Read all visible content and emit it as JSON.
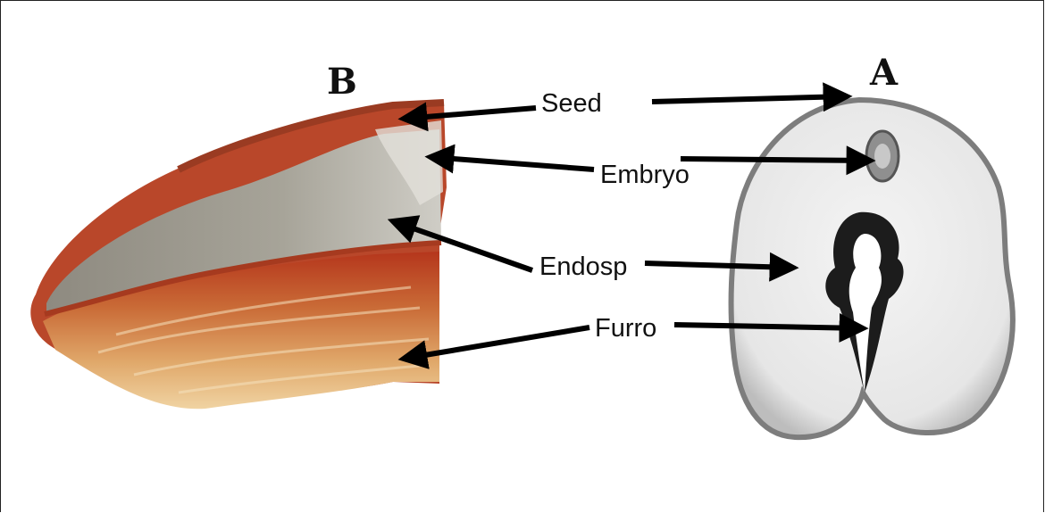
{
  "panels": {
    "left_letter": "B",
    "right_letter": "A"
  },
  "labels": {
    "seed": "Seed",
    "embryo": "Embryo",
    "endosp": "Endosp",
    "furro": "Furro"
  }
}
